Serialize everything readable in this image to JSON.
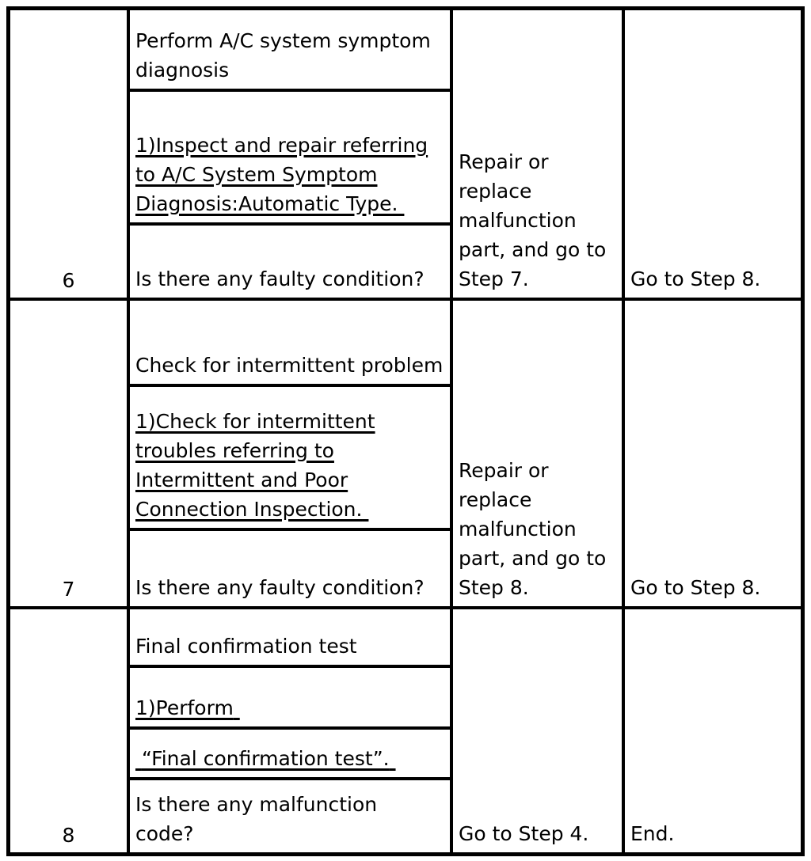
{
  "colors": {
    "background": "#ffffff",
    "border": "#000000",
    "text": "#000000"
  },
  "table": {
    "rows": [
      {
        "step": "6",
        "action_title": "Perform A/C system symptom diagnosis",
        "action_link": "1)Inspect and repair referring to A/C System Symptom Diagnosis:Automatic Type.",
        "question": "Is there any faulty condition?",
        "yes_action": "Repair or replace malfunction part, and go to Step 7.",
        "no_action": "Go to Step 8."
      },
      {
        "step": "7",
        "action_title": "Check for intermittent problem",
        "action_link": "1)Check for intermittent troubles referring to Intermittent and Poor Connection Inspection.",
        "question": "Is there any faulty condition?",
        "yes_action": "Repair or replace malfunction part, and go to Step 8.",
        "no_action": "Go to Step 8."
      },
      {
        "step": "8",
        "action_title": "Final confirmation test",
        "action_link": "1)Perform",
        "action_link_2": "“Final confirmation test”.",
        "question": "Is there any malfunction code?",
        "yes_action": "Go to Step 4.",
        "no_action": "End."
      }
    ]
  }
}
